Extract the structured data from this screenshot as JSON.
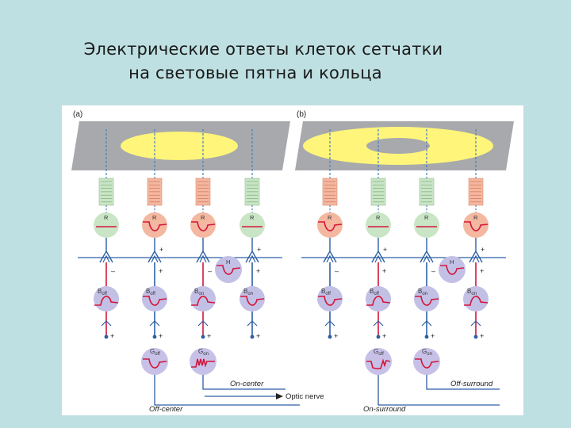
{
  "title": {
    "line1": "Электрические ответы клеток сетчатки",
    "line2": "на световые пятна и кольца"
  },
  "panels": [
    {
      "id": "a",
      "panel_label": "(a)",
      "stimulus": "spot",
      "receptor_label": "R",
      "horizontal_label": "H",
      "bipolar_labels": [
        "B",
        "B",
        "B",
        "B"
      ],
      "bipolar_subs": [
        "off",
        "off",
        "on",
        "on"
      ],
      "ganglion_labels": [
        "G",
        "G"
      ],
      "ganglion_subs": [
        "off",
        "on"
      ],
      "sign_plus": "+",
      "sign_minus": "–",
      "label_upper": "On-center",
      "label_lower": "Off-center"
    },
    {
      "id": "b",
      "panel_label": "(b)",
      "stimulus": "ring",
      "receptor_label": "R",
      "horizontal_label": "H",
      "bipolar_labels": [
        "B",
        "B",
        "B",
        "B"
      ],
      "bipolar_subs": [
        "off",
        "off",
        "on",
        "on"
      ],
      "ganglion_labels": [
        "G",
        "G"
      ],
      "ganglion_subs": [
        "off",
        "on"
      ],
      "sign_plus": "+",
      "sign_minus": "–",
      "label_upper": "Off-surround",
      "label_lower": "On-surround"
    }
  ],
  "optic_nerve_label": "Optic nerve",
  "colors": {
    "background": "#bfe0e2",
    "stimulus_plane": "#a7a9ac",
    "light": "#fff57a",
    "receptor_green": "#c9e5c6",
    "receptor_orange": "#f4b7a0",
    "bipolar_purple": "#c3c0e6",
    "ganglion_purple": "#c7c1e8",
    "signal_red": "#d4163b",
    "axon_blue": "#2e5fa3"
  }
}
